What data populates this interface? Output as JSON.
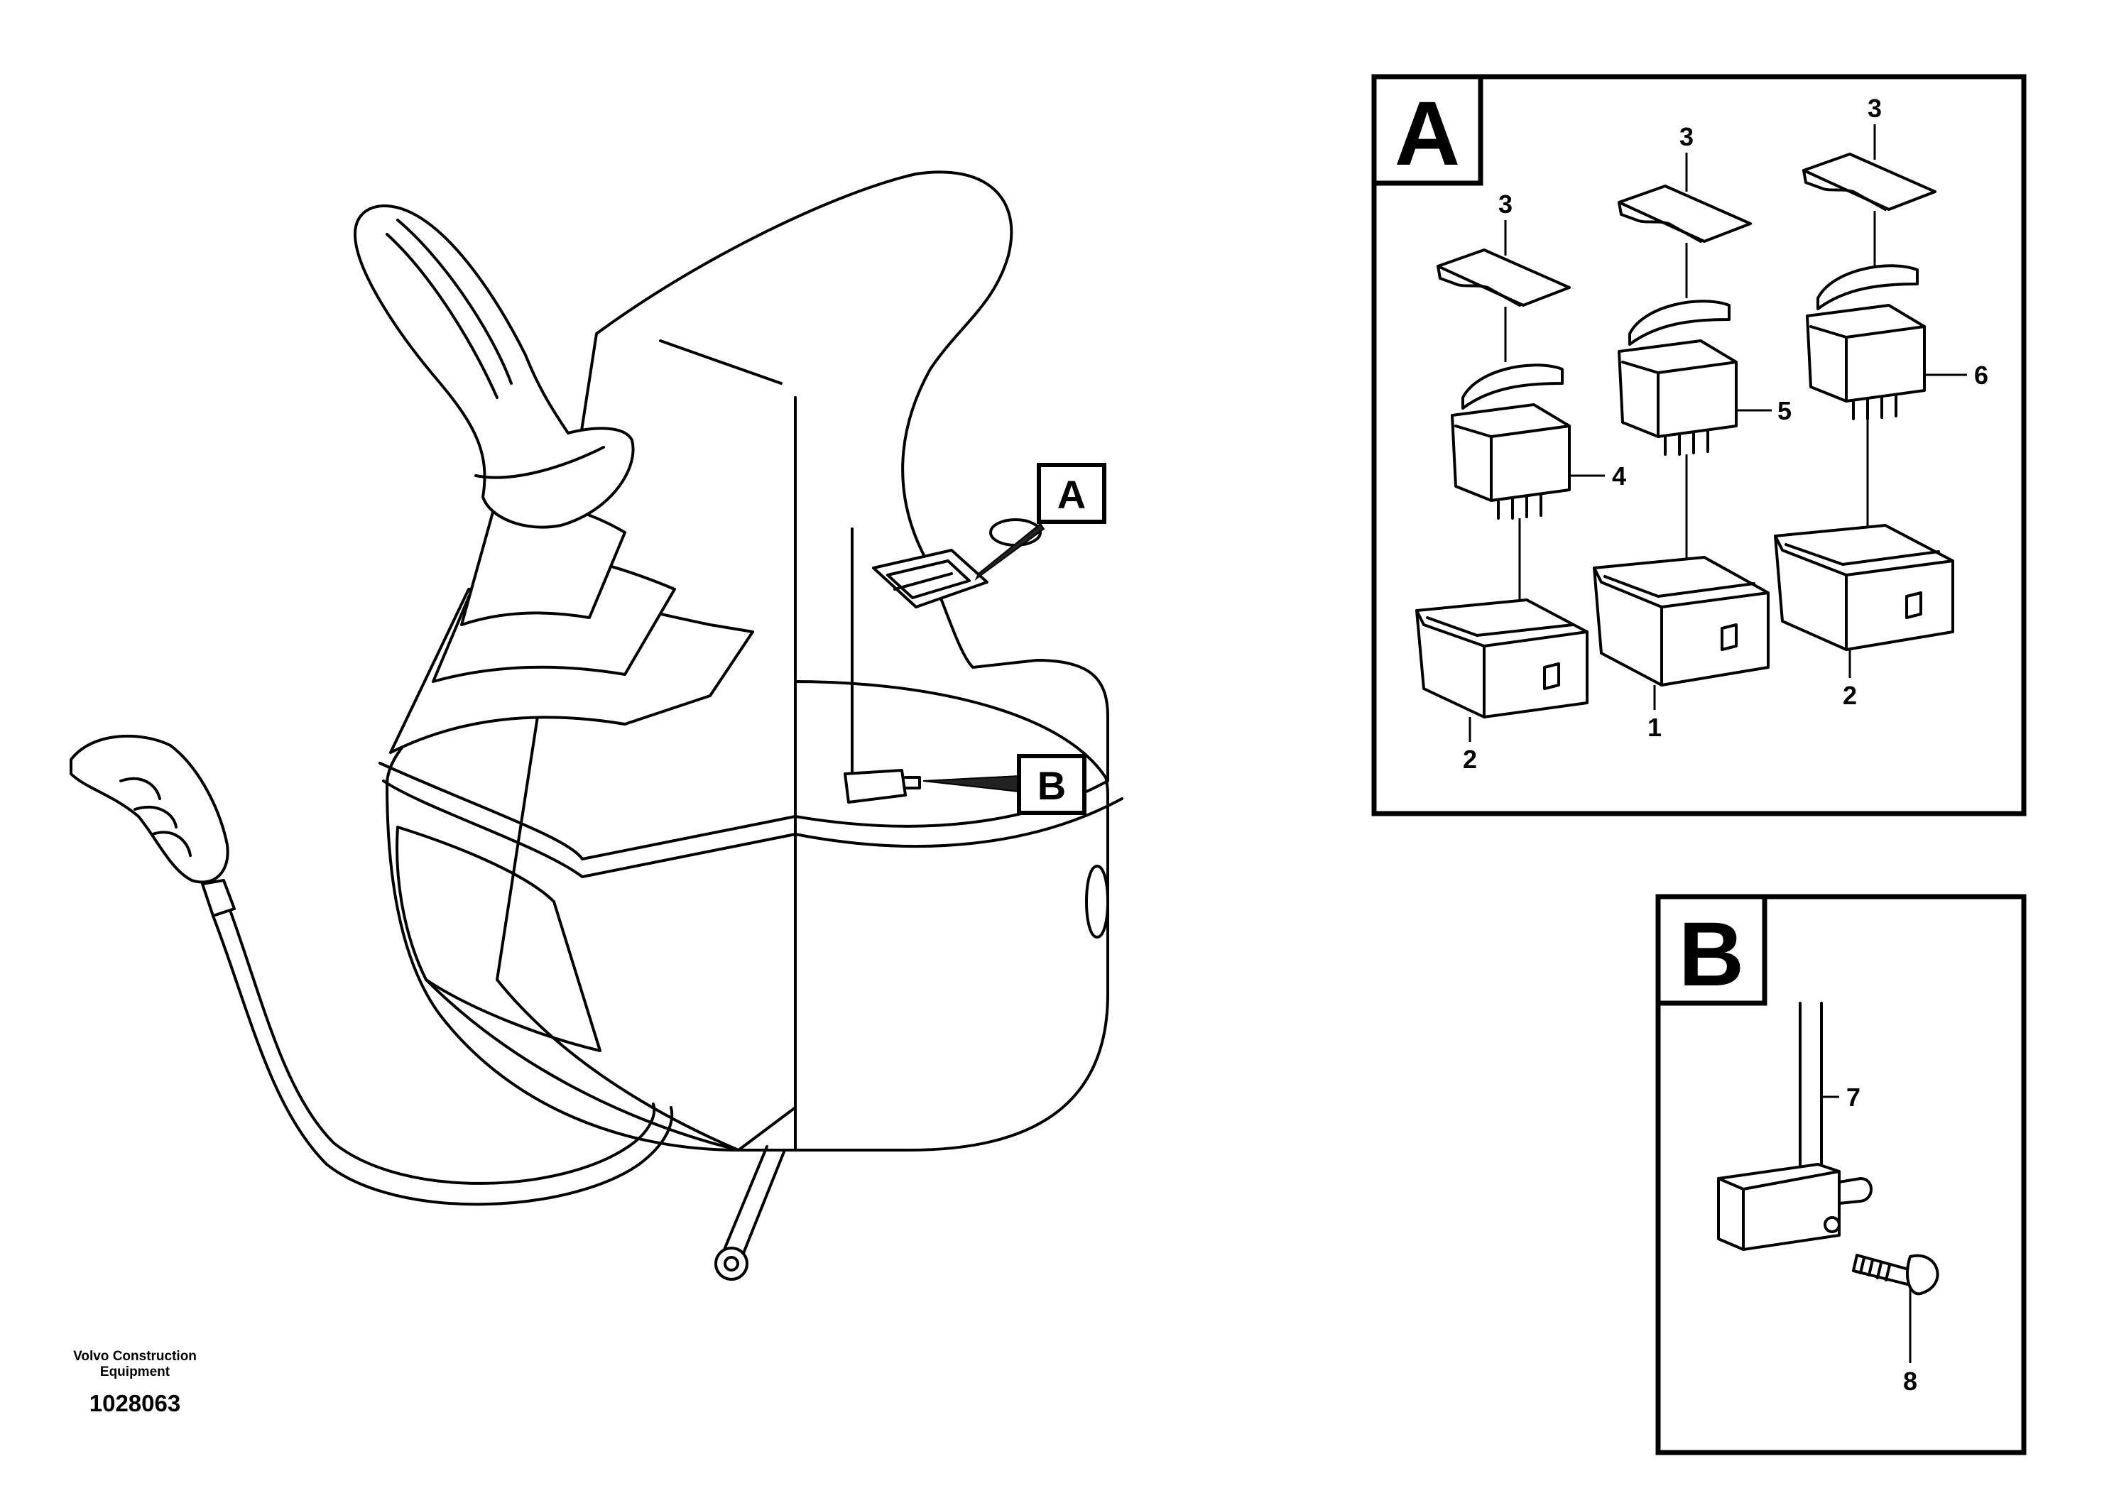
{
  "main_view": {
    "callout_a": "A",
    "callout_b": "B"
  },
  "detail_a": {
    "title": "A",
    "labels": {
      "cover_left": "3",
      "cover_mid": "3",
      "cover_right": "3",
      "switch_left": "4",
      "switch_mid": "5",
      "switch_right": "6",
      "housing_left": "2",
      "housing_mid": "1",
      "housing_right": "2"
    }
  },
  "detail_b": {
    "title": "B",
    "labels": {
      "cable": "7",
      "screw": "8"
    }
  },
  "footer": {
    "maker_line1": "Volvo Construction",
    "maker_line2": "Equipment",
    "doc_number": "1028063"
  }
}
